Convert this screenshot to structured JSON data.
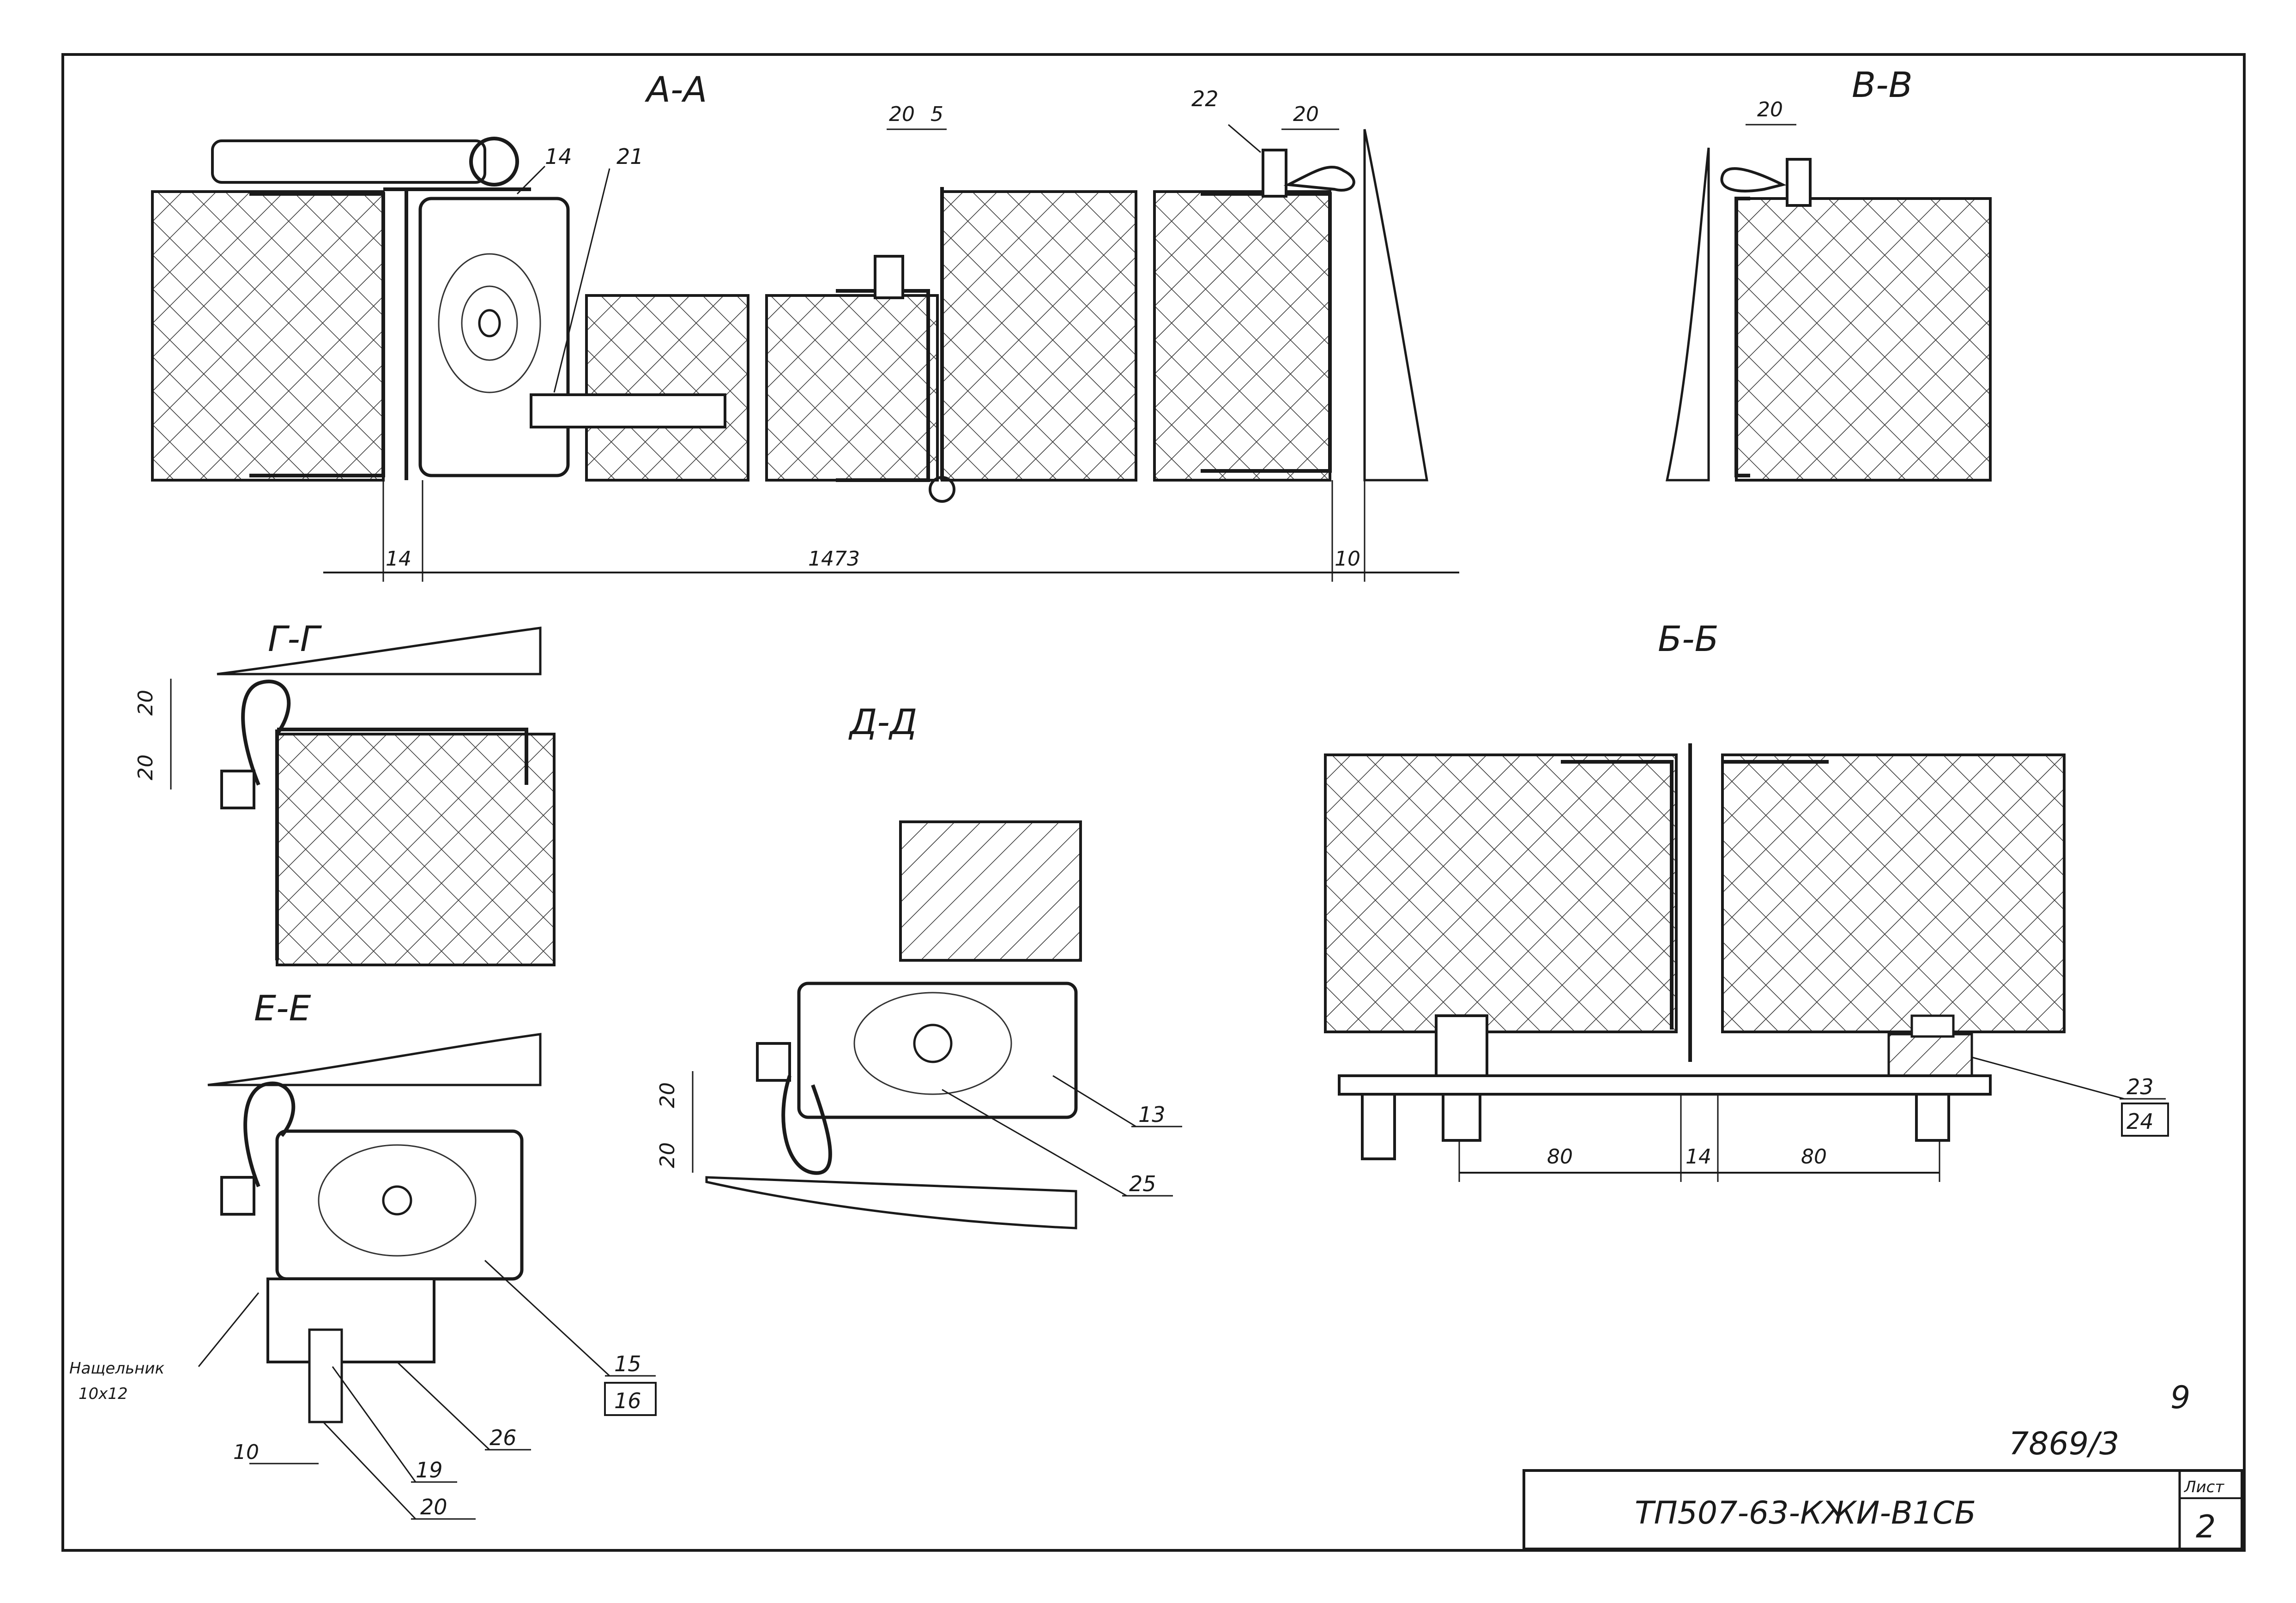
{
  "sections": {
    "aa": "А-А",
    "vv": "В-В",
    "gg": "Г-Г",
    "dd": "Д-Д",
    "ee": "Е-Е",
    "bb": "Б-Б"
  },
  "dimensions": {
    "aa_14": "14",
    "aa_1473": "1473",
    "aa_10": "10",
    "aa_20a": "20",
    "aa_5": "5",
    "aa_20b": "20",
    "vv_20": "20",
    "gg_20a": "20",
    "gg_20b": "20",
    "dd_20a": "20",
    "dd_20b": "20",
    "ee_10": "10",
    "bb_80a": "80",
    "bb_14": "14",
    "bb_80b": "80"
  },
  "callouts": {
    "c14": "14",
    "c21": "21",
    "c22": "22",
    "c13": "13",
    "c25": "25",
    "c23": "23",
    "c24": "24",
    "c15": "15",
    "c16": "16",
    "c26": "26",
    "c19": "19",
    "c20": "20"
  },
  "notes": {
    "nashchelnik": "Нащельник",
    "nashchelnik_size": "10x12"
  },
  "title_block": {
    "doc_code": "ТП507-63-КЖИ-В1СБ",
    "sheet_label": "Лист",
    "sheet_number": "2",
    "page_mark": "9",
    "archive_number": "7869/3"
  }
}
